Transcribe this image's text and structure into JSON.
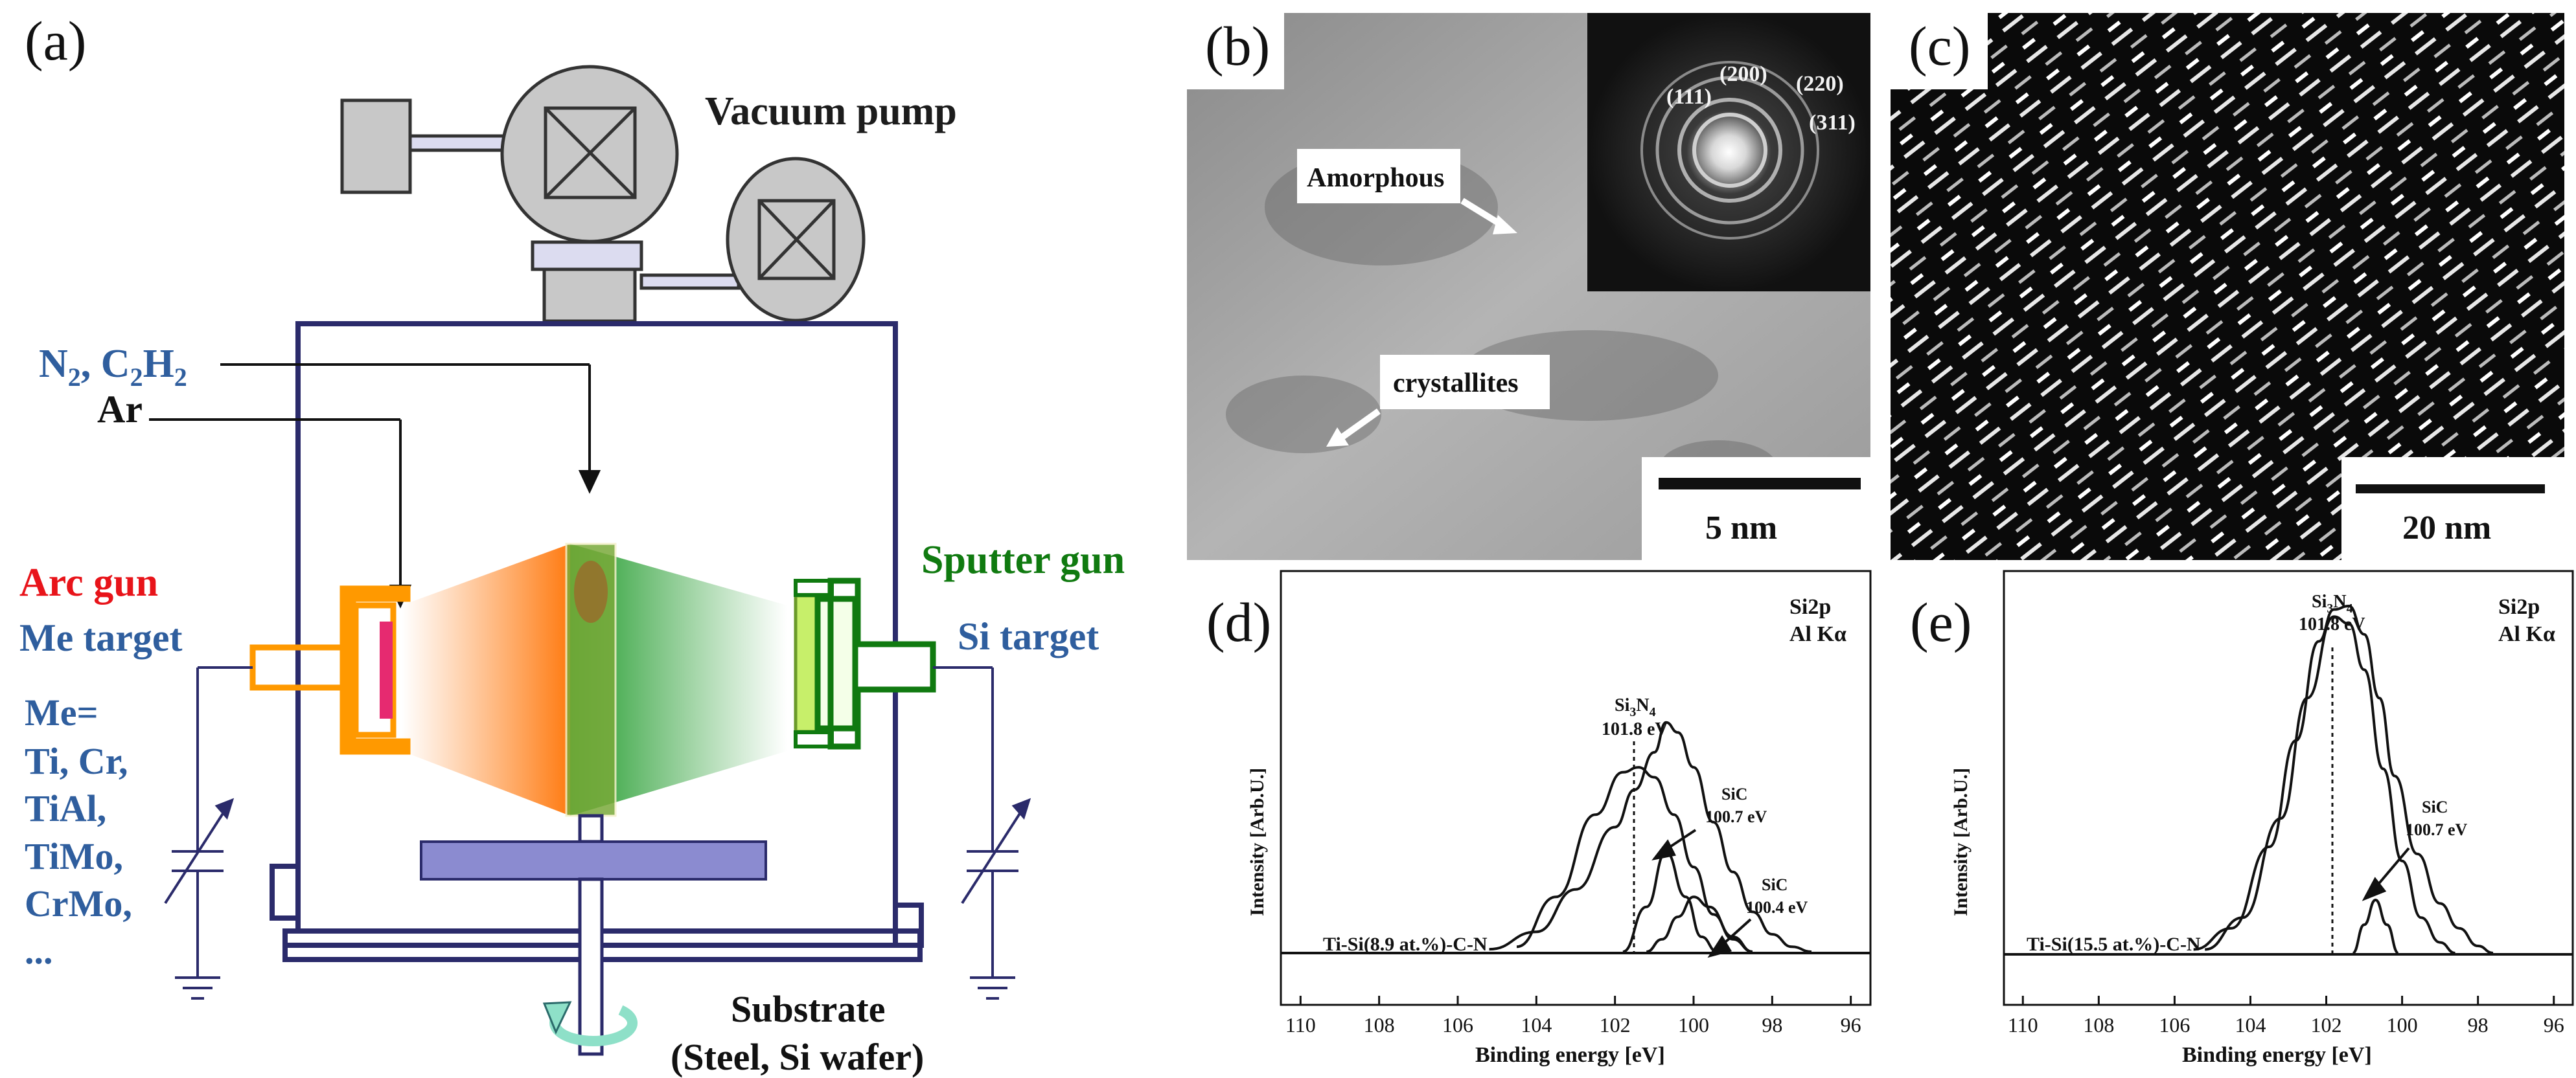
{
  "panel_a": {
    "label": "(a)",
    "vacuum_pump": "Vacuum pump",
    "gas_n2": "N",
    "gas_n2_sub": "2",
    "gas_sep": ", C",
    "gas_c2": "2",
    "gas_h": "H",
    "gas_h2": "2",
    "ar": "Ar",
    "arc_gun": "Arc gun",
    "me_target": "Me target",
    "me_list": [
      "Me=",
      "Ti, Cr,",
      "TiAl,",
      "TiMo,",
      "CrMo,",
      "..."
    ],
    "sputter_gun": "Sputter gun",
    "si_target": "Si target",
    "substrate": "Substrate",
    "substrate_detail": "(Steel, Si wafer)",
    "colors": {
      "frame": "#2b2b6b",
      "arc": "#ff9900",
      "sputter": "#107a10",
      "label_blue": "#2f5e9e",
      "label_red": "#e8141a"
    }
  },
  "panel_b": {
    "label": "(b)",
    "amorphous": "Amorphous",
    "crystallites": "crystallites",
    "scale": "5 nm",
    "diffraction_labels": [
      "(111)",
      "(200)",
      "(220)",
      "(311)"
    ]
  },
  "panel_c": {
    "label": "(c)",
    "scale": "20 nm"
  },
  "panel_d": {
    "label": "(d)",
    "corner_line1": "Si2p",
    "corner_line2": "Al Kα",
    "si3n4": "Si",
    "si3n4_3": "3",
    "si3n4_n": "N",
    "si3n4_4": "4",
    "si3n4_ev": "101.8 eV",
    "sic1_a": "SiC",
    "sic1_b": "100.7 eV",
    "sic2_a": "SiC",
    "sic2_b": "100.4 eV",
    "sample": "Ti-Si(8.9 at.%)-C-N",
    "ylabel": "Intensity [Arb.U.]",
    "xlabel": "Binding energy [eV]",
    "xticks": [
      "110",
      "108",
      "106",
      "104",
      "102",
      "100",
      "98",
      "96"
    ]
  },
  "panel_e": {
    "label": "(e)",
    "corner_line1": "Si2p",
    "corner_line2": "Al Kα",
    "si3n4": "Si",
    "si3n4_3": "3",
    "si3n4_n": "N",
    "si3n4_4": "4",
    "si3n4_ev": "101.8 eV",
    "sic1_a": "SiC",
    "sic1_b": "100.7 eV",
    "sample": "Ti-Si(15.5 at.%)-C-N",
    "ylabel": "Intensity [Arb.U.]",
    "xlabel": "Binding energy [eV]",
    "xticks": [
      "110",
      "108",
      "106",
      "104",
      "102",
      "100",
      "98",
      "96"
    ]
  },
  "chart_data": [
    {
      "type": "line",
      "panel": "(d)",
      "xlabel": "Binding energy [eV]",
      "ylabel": "Intensity [Arb.U.]",
      "xlim": [
        110.5,
        95.5
      ],
      "x_reversed": true,
      "series": [
        {
          "x": [
            105.2,
            104,
            103,
            102,
            101.5,
            101,
            100.7,
            100.4,
            100,
            99.5,
            99,
            98.5,
            98,
            97.5,
            97
          ],
          "y": [
            0.01,
            0.08,
            0.25,
            0.5,
            0.65,
            0.8,
            0.92,
            0.88,
            0.74,
            0.52,
            0.32,
            0.16,
            0.07,
            0.02,
            0.0
          ]
        },
        {
          "x": [
            104.5,
            103.5,
            102.5,
            101.8,
            101.4,
            101,
            100.5,
            100,
            99.5,
            99,
            98.5
          ],
          "y": [
            0.02,
            0.22,
            0.55,
            0.72,
            0.74,
            0.7,
            0.55,
            0.34,
            0.15,
            0.05,
            0.0
          ]
        },
        {
          "x": [
            101.8,
            101.2,
            100.7,
            100.2,
            99.8,
            99.4
          ],
          "y": [
            0.0,
            0.18,
            0.4,
            0.22,
            0.06,
            0.0
          ]
        },
        {
          "x": [
            101.2,
            100.8,
            100.4,
            100,
            99.6,
            99,
            98.5
          ],
          "y": [
            0.0,
            0.05,
            0.14,
            0.22,
            0.18,
            0.06,
            0.0
          ]
        }
      ],
      "annotations": [
        "Si3N4 101.8 eV",
        "SiC 100.7 eV",
        "SiC 100.4 eV",
        "Si2p",
        "Al Kα",
        "Ti-Si(8.9 at.%)-C-N"
      ]
    },
    {
      "type": "line",
      "panel": "(e)",
      "xlabel": "Binding energy [eV]",
      "ylabel": "Intensity [Arb.U.]",
      "xlim": [
        110.5,
        95.5
      ],
      "x_reversed": true,
      "series": [
        {
          "x": [
            105.5,
            104.5,
            103.5,
            102.8,
            102.2,
            101.8,
            101.4,
            101,
            100.6,
            100.2,
            99.6,
            99,
            98.5,
            98,
            97.6
          ],
          "y": [
            0.01,
            0.07,
            0.3,
            0.6,
            0.88,
            0.97,
            0.98,
            0.9,
            0.72,
            0.5,
            0.28,
            0.14,
            0.07,
            0.02,
            0.0
          ]
        },
        {
          "x": [
            105.2,
            104.2,
            103.2,
            102.5,
            101.8,
            101.4,
            101,
            100.5,
            100,
            99.5,
            99,
            98.6
          ],
          "y": [
            0.01,
            0.1,
            0.38,
            0.72,
            0.95,
            0.93,
            0.8,
            0.52,
            0.26,
            0.1,
            0.03,
            0.0
          ]
        },
        {
          "x": [
            101.3,
            101,
            100.7,
            100.4,
            100.1
          ],
          "y": [
            0.0,
            0.08,
            0.15,
            0.08,
            0.0
          ]
        }
      ],
      "annotations": [
        "Si3N4 101.8 eV",
        "SiC 100.7 eV",
        "Si2p",
        "Al Kα",
        "Ti-Si(15.5 at.%)-C-N"
      ]
    }
  ]
}
